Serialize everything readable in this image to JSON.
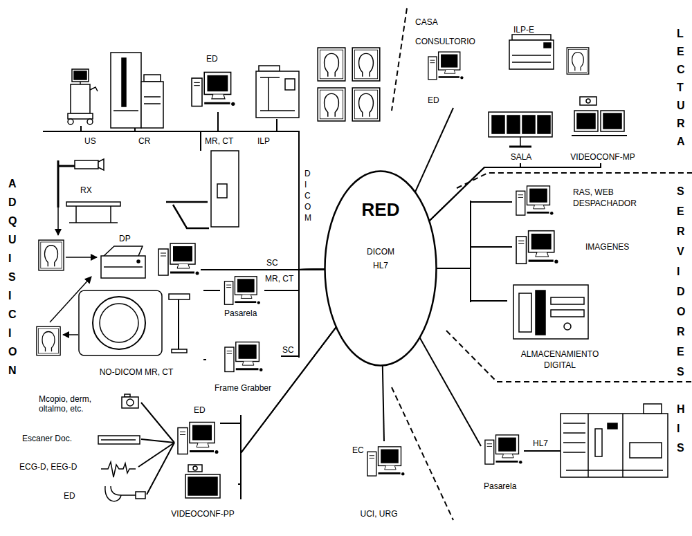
{
  "diagram": {
    "nodes": [
      {
        "text": [
          "RED",
          "DICOM HL7"
        ]
      },
      {
        "text": [
          "US"
        ]
      },
      {
        "text": [
          "CR"
        ]
      },
      {
        "text": [
          "ED"
        ]
      },
      {
        "text": [
          "ILP"
        ]
      },
      {
        "text": [
          "DP"
        ]
      },
      {
        "text": [
          "Pasarela"
        ]
      },
      {
        "text": [
          "Frame Grabber"
        ]
      },
      {
        "text": [
          "NO-DICOM MR, CT"
        ]
      },
      {
        "text": [
          "Mcopio, derm, oltalmo, etc."
        ]
      },
      {
        "text": [
          "Escaner Doc."
        ]
      },
      {
        "text": [
          "ECG-D, EEG-D"
        ]
      },
      {
        "text": [
          "ED"
        ]
      },
      {
        "text": [
          "ED"
        ]
      },
      {
        "text": [
          "VIDEOCONF-PP"
        ]
      },
      {
        "text": [
          "EC",
          "UCI, URG"
        ]
      },
      {
        "text": [
          "Pasarela"
        ]
      },
      {
        "text": [
          "RAS, WEB DESPACHADOR"
        ]
      },
      {
        "text": [
          "IMAGENES"
        ]
      },
      {
        "text": [
          "ALMACENAMIENTO DIGITAL"
        ]
      },
      {
        "text": [
          "ED"
        ]
      },
      {
        "text": [
          "ILP-E"
        ]
      },
      {
        "text": [
          "SALA"
        ]
      },
      {
        "text": [
          "VIDEOCONF-MP"
        ]
      }
    ],
    "edges": [
      {
        "from": 1,
        "to": 0,
        "arrow": "none"
      },
      {
        "from": 2,
        "to": 0,
        "arrow": "none"
      },
      {
        "from": 3,
        "to": 0,
        "arrow": "none"
      },
      {
        "from": 4,
        "to": 0,
        "arrow": "none"
      },
      {
        "from": 5,
        "to": 0,
        "label": "SC",
        "arrow": "none"
      },
      {
        "from": 6,
        "to": 0,
        "label": "MR, CT",
        "arrow": "none"
      },
      {
        "from": 7,
        "to": 0,
        "label": "SC",
        "arrow": "none"
      },
      {
        "from": 8,
        "to": 6,
        "arrow": "none"
      },
      {
        "from": 8,
        "to": 7,
        "arrow": "none"
      },
      {
        "from": 9,
        "to": 13,
        "arrow": "none"
      },
      {
        "from": 10,
        "to": 13,
        "arrow": "none"
      },
      {
        "from": 11,
        "to": 13,
        "arrow": "none"
      },
      {
        "from": 12,
        "to": 13,
        "arrow": "none"
      },
      {
        "from": 13,
        "to": 0,
        "arrow": "none"
      },
      {
        "from": 14,
        "to": 0,
        "arrow": "none"
      },
      {
        "from": 15,
        "to": 0,
        "arrow": "none"
      },
      {
        "from": 16,
        "to": 0,
        "arrow": "none"
      },
      {
        "from": 17,
        "to": 0,
        "arrow": "none"
      },
      {
        "from": 18,
        "to": 0,
        "arrow": "none"
      },
      {
        "from": 19,
        "to": 0,
        "arrow": "none"
      },
      {
        "from": 20,
        "to": 0,
        "arrow": "none"
      },
      {
        "from": 22,
        "to": 0,
        "arrow": "none"
      },
      {
        "from": 23,
        "to": 0,
        "arrow": "none"
      }
    ],
    "labels": [
      "ADQUISICION",
      "LECTURA",
      "SERVIDORES",
      "HIS",
      "DICOM",
      "MR, CT",
      "RX",
      "HL7",
      "CASA CONSULTORIO"
    ]
  }
}
